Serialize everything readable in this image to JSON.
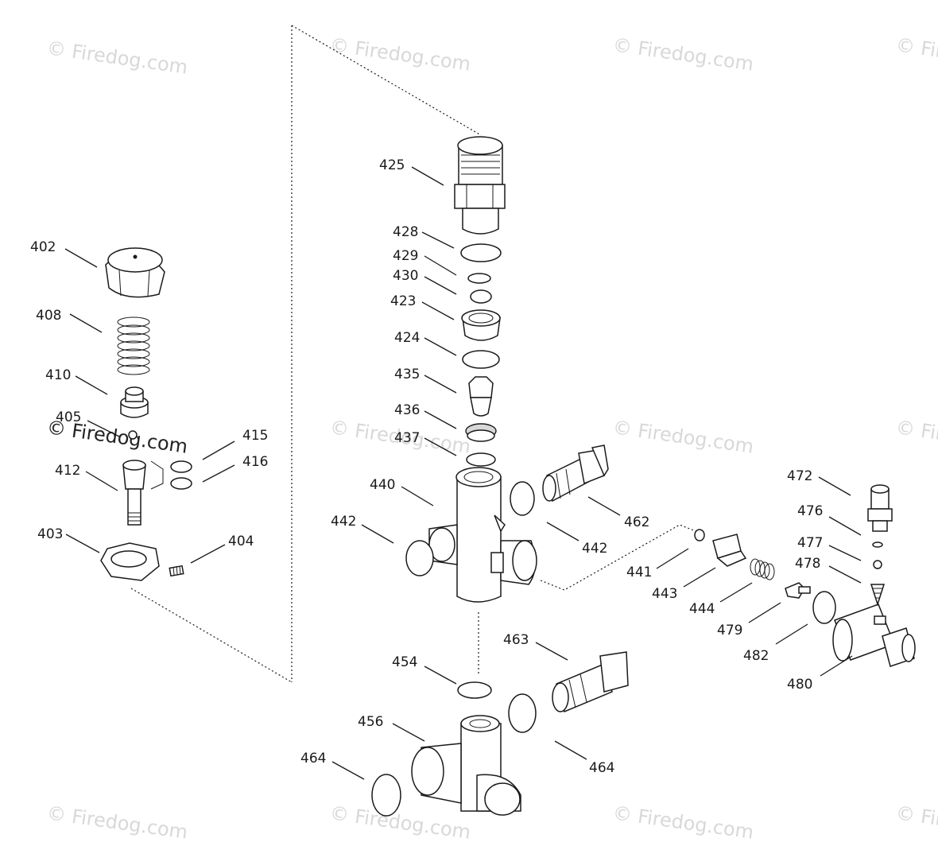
{
  "watermark": "© Firedog.com",
  "callouts": {
    "c402": "402",
    "c408": "408",
    "c410": "410",
    "c405": "405",
    "c412": "412",
    "c415": "415",
    "c416": "416",
    "c403": "403",
    "c404": "404",
    "c425": "425",
    "c428": "428",
    "c429": "429",
    "c430": "430",
    "c423": "423",
    "c424": "424",
    "c435": "435",
    "c436": "436",
    "c437": "437",
    "c440": "440",
    "c442a": "442",
    "c442b": "442",
    "c462": "462",
    "c441": "441",
    "c443": "443",
    "c444": "444",
    "c479": "479",
    "c482": "482",
    "c480": "480",
    "c472": "472",
    "c476": "476",
    "c477": "477",
    "c478": "478",
    "c463": "463",
    "c454": "454",
    "c456": "456",
    "c464a": "464",
    "c464b": "464"
  }
}
